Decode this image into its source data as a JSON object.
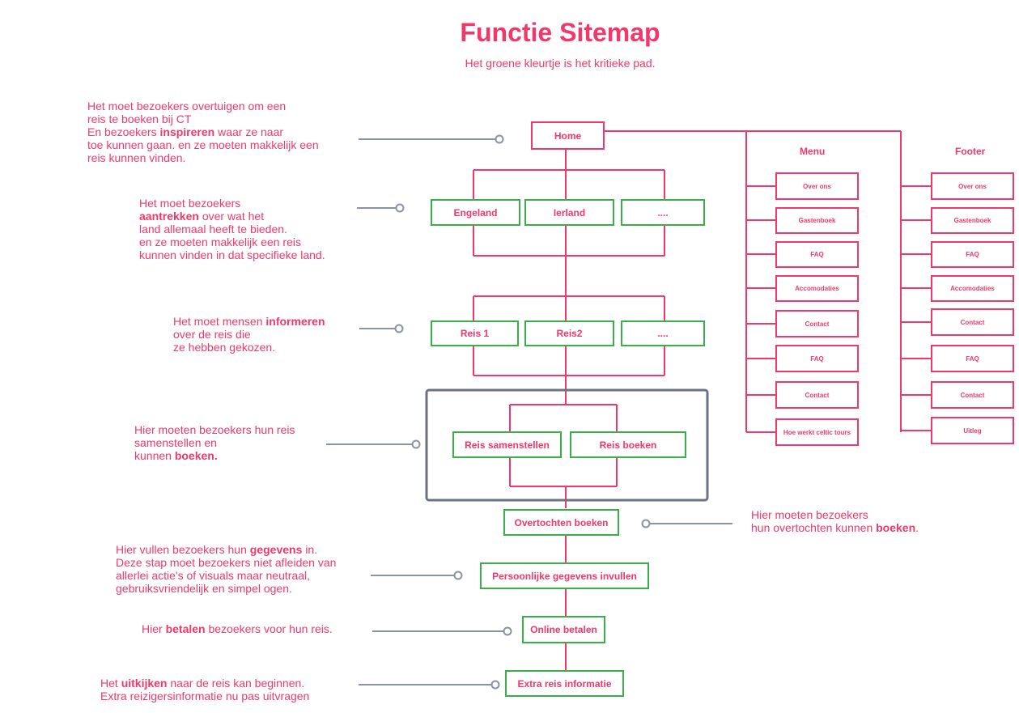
{
  "header": {
    "title": "Functie Sitemap",
    "subtitle": "Het groene kleurtje is het kritieke pad."
  },
  "notes": {
    "home": {
      "l1": "Het moet bezoekers overtuigen om een",
      "l2": "reis te boeken bij CT",
      "l3a": "En bezoekers ",
      "l3b": "inspireren",
      "l3c": " waar ze naar",
      "l4": "toe kunnen gaan. en ze moeten makkelijk een",
      "l5": "reis kunnen vinden."
    },
    "countries": {
      "l1": "Het moet bezoekers",
      "l2a": "aantrekken",
      "l2b": " over wat het",
      "l3": "land allemaal heeft te bieden.",
      "l4": "en ze moeten makkelijk een reis",
      "l5": "kunnen vinden in dat specifieke land."
    },
    "trips": {
      "l1a": "Het moet mensen ",
      "l1b": "informeren",
      "l2": "over de reis die",
      "l3": "ze hebben gekozen."
    },
    "compose": {
      "l1": "Hier moeten bezoekers hun reis",
      "l2": "samenstellen en",
      "l3a": "kunnen ",
      "l3b": "boeken."
    },
    "crossings": {
      "l1": "Hier moeten bezoekers",
      "l2a": "hun overtochten kunnen ",
      "l2b": "boeken",
      "l2c": "."
    },
    "personal": {
      "l1a": "Hier vullen bezoekers hun ",
      "l1b": "gegevens",
      "l1c": " in.",
      "l2": "Deze stap moet bezoekers niet afleiden van",
      "l3": "allerlei actie's of visuals maar neutraal,",
      "l4": "gebruiksvriendelijk en simpel ogen."
    },
    "payment": {
      "l1a": "Hier ",
      "l1b": "betalen",
      "l1c": " bezoekers voor hun reis."
    },
    "extra": {
      "l1a": "Het ",
      "l1b": "uitkijken",
      "l1c": " naar de reis kan beginnen.",
      "l2": "Extra reizigersinformatie nu pas uitvragen"
    }
  },
  "nodes": {
    "home": "Home",
    "countries": [
      "Engeland",
      "Ierland",
      "...."
    ],
    "trips": [
      "Reis 1",
      "Reis2",
      "...."
    ],
    "compose": "Reis samenstellen",
    "book": "Reis boeken",
    "crossings": "Overtochten boeken",
    "personal": "Persoonlijke gegevens invullen",
    "payment": "Online betalen",
    "extra": "Extra reis informatie"
  },
  "menu": {
    "heading": "Menu",
    "items": [
      "Over ons",
      "Gastenboek",
      "FAQ",
      "Accomodaties",
      "Contact",
      "FAQ",
      "Contact",
      "Hoe werkt celtic tours"
    ]
  },
  "footer": {
    "heading": "Footer",
    "items": [
      "Over ons",
      "Gastenboek",
      "FAQ",
      "Accomodaties",
      "Contact",
      "FAQ",
      "Contact",
      "Uitleg"
    ]
  },
  "colors": {
    "accent": "#f0386b",
    "critical_path": "#3aae4a",
    "connector": "#8a93a6",
    "frame": "#6b7280"
  }
}
